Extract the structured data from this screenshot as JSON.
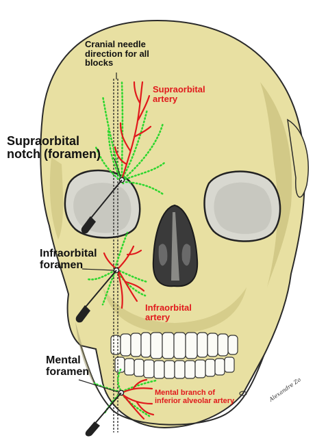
{
  "figure": {
    "labels": {
      "needle_direction": [
        "Cranial needle",
        "direction for all",
        "blocks"
      ],
      "supraorbital_notch": [
        "Supraorbital",
        "notch (foramen)"
      ],
      "supraorbital_artery": [
        "Supraorbital",
        "artery"
      ],
      "infraorbital_foramen": [
        "Infraorbital",
        "foramen"
      ],
      "infraorbital_artery": [
        "Infraorbital",
        "artery"
      ],
      "mental_foramen": [
        "Mental",
        "foramen"
      ],
      "mental_artery": [
        "Mental branch of",
        "inferior alveolar artery"
      ]
    },
    "signature": "Alexandre Zo",
    "colors": {
      "bone": "#e8e0a2",
      "bone_shadow": "#c9bf7c",
      "outline": "#2a2a2a",
      "artery": "#e0191c",
      "nerve": "#2fd62f",
      "label_black": "#111111",
      "label_red": "#e0191c",
      "needle": "#222222"
    }
  }
}
